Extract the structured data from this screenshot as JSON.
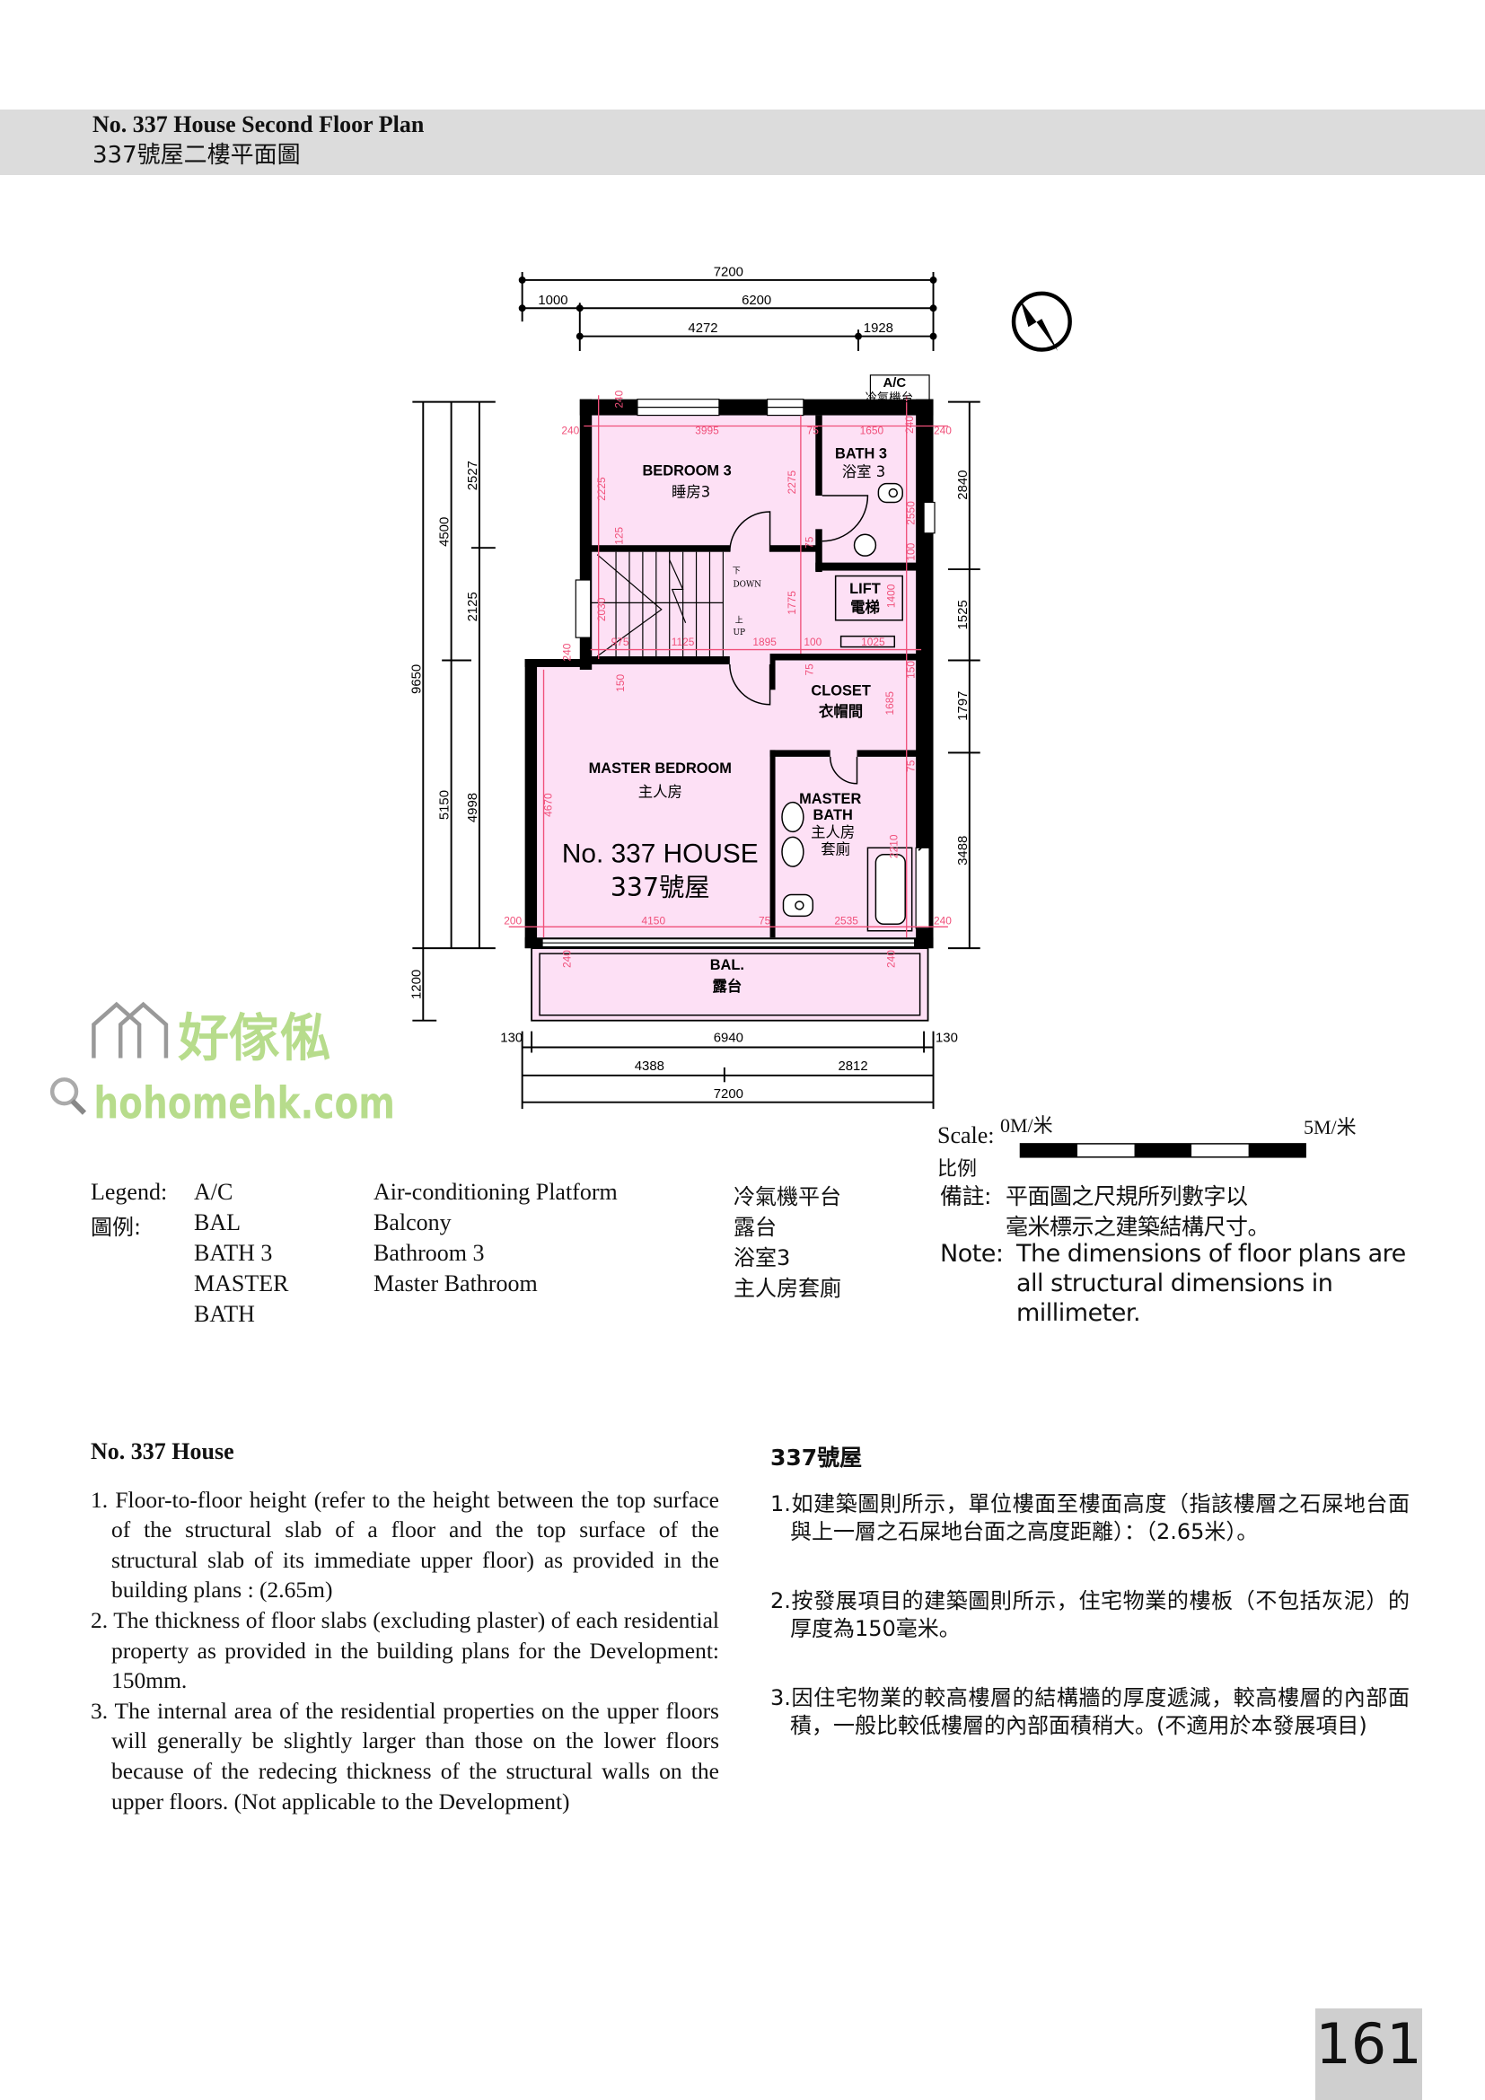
{
  "header": {
    "title_en": "No. 337 House Second Floor Plan",
    "title_zh": "337號屋二樓平面圖"
  },
  "plan": {
    "dims_top": [
      "7200",
      "1000",
      "6200",
      "4272",
      "1928"
    ],
    "dims_left": [
      "9650",
      "4500",
      "5150",
      "1200",
      "2527",
      "2125",
      "4998"
    ],
    "dims_right": [
      "2840",
      "1525",
      "1797",
      "3488"
    ],
    "dims_bottom": [
      "130",
      "6940",
      "130",
      "4388",
      "2812",
      "7200"
    ],
    "dims_internal": [
      "240",
      "3995",
      "75",
      "1650",
      "240",
      "240",
      "240",
      "2225",
      "2275",
      "2550",
      "125",
      "75",
      "100",
      "2030",
      "1775",
      "1400",
      "975",
      "1125",
      "1895",
      "100",
      "1025",
      "240",
      "150",
      "75",
      "150",
      "1685",
      "75",
      "4670",
      "2210",
      "200",
      "4150",
      "75",
      "2535",
      "240",
      "240",
      "240"
    ],
    "rooms": {
      "ac_en": "A/C",
      "ac_zh": "冷氣機台",
      "bedroom3_en": "BEDROOM 3",
      "bedroom3_zh": "睡房3",
      "bath3_en": "BATH 3",
      "bath3_zh": "浴室 3",
      "lift_en": "LIFT",
      "lift_zh": "電梯",
      "down_zh": "下",
      "down_en": "DOWN",
      "up_zh": "上",
      "up_en": "UP",
      "closet_en": "CLOSET",
      "closet_zh": "衣帽間",
      "master_bedroom_en": "MASTER BEDROOM",
      "master_bedroom_zh": "主人房",
      "master_bath_en_1": "MASTER",
      "master_bath_en_2": "BATH",
      "master_bath_zh_1": "主人房",
      "master_bath_zh_2": "套廁",
      "house_en": "No. 337 HOUSE",
      "house_zh": "337號屋",
      "bal_en": "BAL.",
      "bal_zh": "露台"
    },
    "watermark_zh": "好傢俬",
    "watermark_en": "hohomehk.com",
    "colors": {
      "room_fill": "#fde0f5",
      "dim_pink": "#f0507a",
      "wall": "#000000",
      "watermark": "#b7dc8c"
    }
  },
  "scale": {
    "label_en": "Scale:",
    "label_zh": "比例",
    "start": "0M/米",
    "end": "5M/米"
  },
  "legend": {
    "title_en": "Legend:",
    "title_zh": "圖例:",
    "items": [
      {
        "abbr": "A/C",
        "en": "Air-conditioning Platform",
        "zh": "冷氣機平台"
      },
      {
        "abbr": "BAL",
        "en": "Balcony",
        "zh": "露台"
      },
      {
        "abbr": "BATH 3",
        "en": "Bathroom 3",
        "zh": "浴室3"
      },
      {
        "abbr": "MASTER",
        "en": "Master Bathroom",
        "zh": "主人房套廁"
      },
      {
        "abbr": "BATH",
        "en": "",
        "zh": ""
      }
    ]
  },
  "remark": {
    "zh_label": "備註:",
    "zh_line1": "平面圖之尺規所列數字以",
    "zh_line2": "毫米標示之建築結構尺寸。",
    "en_label": "Note:",
    "en_line1": "The dimensions of floor plans are",
    "en_line2": "all structural dimensions in",
    "en_line3": "millimeter."
  },
  "notes_en": {
    "title": "No. 337 House",
    "items": [
      "1. Floor-to-floor height (refer to the height between the top surface of the structural slab of a floor and the top surface of the structural slab of its immediate upper floor) as provided in the building plans : (2.65m)",
      "2. The thickness of floor slabs (excluding plaster) of each residential  property as provided in the building plans for the Development: 150mm.",
      "3. The internal area of the residential properties on the upper floors will generally be slightly larger than those on the lower floors because of the redecing thickness of the structural walls on the upper floors. (Not applicable to the Development)"
    ]
  },
  "notes_zh": {
    "title": "337號屋",
    "items": [
      "1.如建築圖則所示，單位樓面至樓面高度（指該樓層之石屎地台面與上一層之石屎地台面之高度距離）：（2.65米）。",
      "2.按發展項目的建築圖則所示，住宅物業的樓板（不包括灰泥）的厚度為150毫米。",
      "3.因住宅物業的較高樓層的結構牆的厚度遞減，較高樓層的內部面積，一般比較低樓層的內部面積稍大。(不適用於本發展項目)"
    ]
  },
  "page_number": "161"
}
